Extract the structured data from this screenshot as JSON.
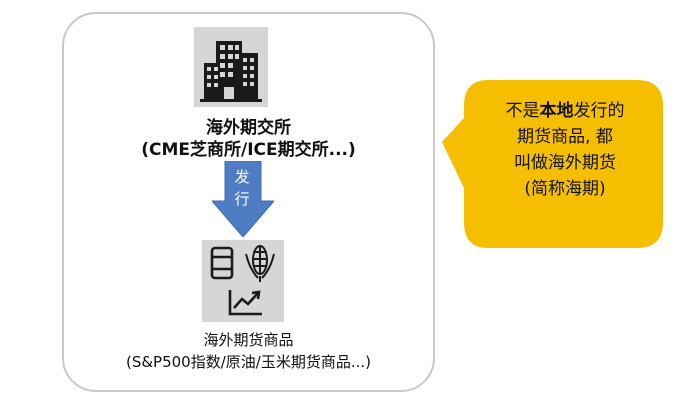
{
  "exchange": {
    "title": "海外期交所",
    "subtitle": "(CME芝商所/ICE期交所...)",
    "icon": "office-buildings-icon"
  },
  "arrow": {
    "char1": "发",
    "char2": "行",
    "color": "#4f7dc3"
  },
  "product": {
    "title": "海外期货商品",
    "subtitle": "(S&P500指数/原油/玉米期货商品...)",
    "icons": [
      "oil-barrel-icon",
      "corn-icon",
      "rising-chart-icon"
    ]
  },
  "callout": {
    "color": "#f5be00",
    "line1_pre": "不是",
    "line1_bold": "本地",
    "line1_post": "发行的",
    "line2": "期货商品, 都",
    "line3": "叫做海外期货",
    "line4": "(简称海期)"
  }
}
